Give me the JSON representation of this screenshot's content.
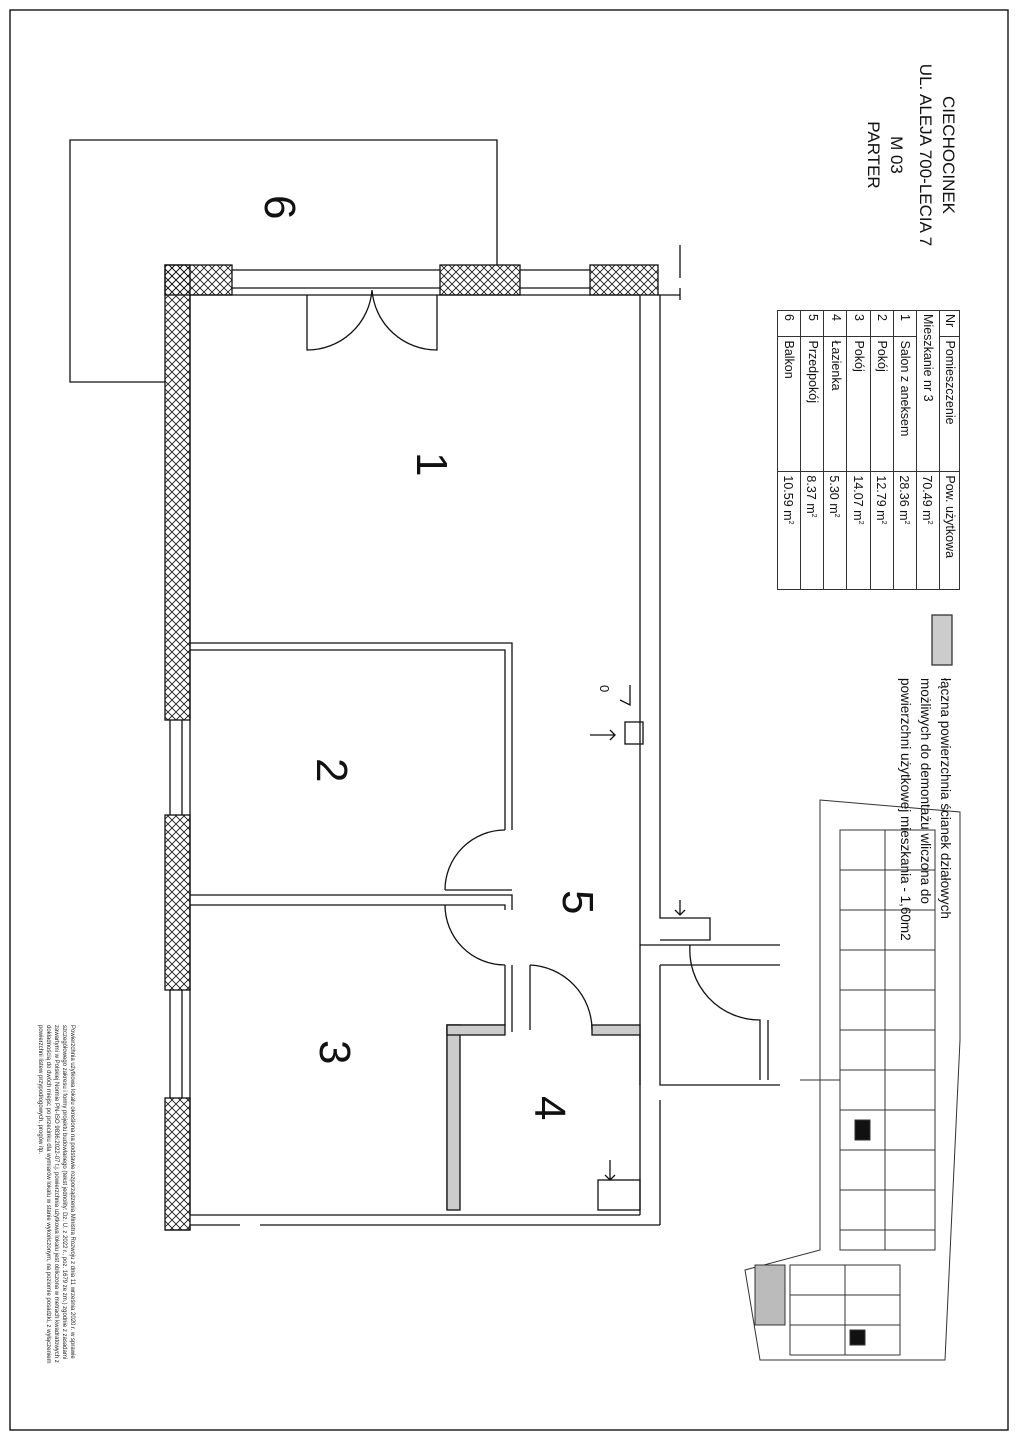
{
  "header": {
    "city": "CIECHOCINEK",
    "street": "UL. ALEJA 700-LECIA 7",
    "unit": "M 03",
    "floor": "PARTER"
  },
  "table": {
    "col_nr": "Nr",
    "col_name": "Pomieszczenie",
    "col_area": "Pow. użytkowa",
    "total_label": "Mieszkanie nr 3",
    "total_area": "70.49 m",
    "rows": [
      {
        "nr": "1",
        "name": "Salon z aneksem",
        "area": "28.36 m"
      },
      {
        "nr": "2",
        "name": "Pokój",
        "area": "12.79 m"
      },
      {
        "nr": "3",
        "name": "Pokój",
        "area": "14.07 m"
      },
      {
        "nr": "4",
        "name": "Łazienka",
        "area": "5.30 m"
      },
      {
        "nr": "5",
        "name": "Przedpokój",
        "area": "8.37 m"
      },
      {
        "nr": "6",
        "name": "Balkon",
        "area": "10.59 m"
      }
    ],
    "unit_sup": "2"
  },
  "legend": {
    "text": "łączna powierzchnia ścianek działowych możliwych do demontażu wliczona do powierzchni użytkowej mieszkania - 1,60m2",
    "swatch_color": "#cccccc"
  },
  "rooms": {
    "r1": "1",
    "r2": "2",
    "r3": "3",
    "r4": "4",
    "r5": "5",
    "r6": "6"
  },
  "marker": "0",
  "footnote": "Powierzchnia użytkowa lokalu określona na podstawie rozporządzenia Ministra Rozwoju z dnia 11 września 2020 r. w sprawie szczegółowego zakresu i formy projektu budowlanego (tekst jednolity: Dz. U. z 2022 r., poz. 1679 ze zm.) zgodnie z zasadami zawartymi w Polskiej Normie PN-ISO 9836:2022-07 t.j. powierzchnia użytkowa lokalu jest obliczona w metrach kwadratowych z dokładnością do dwóch miejsc po przecinku dla wymiarów lokalu w stanie wykończonym, na poziomie posadzki, z wyłączeniem powierzchni listew przypodłogowych, progów itp."
}
